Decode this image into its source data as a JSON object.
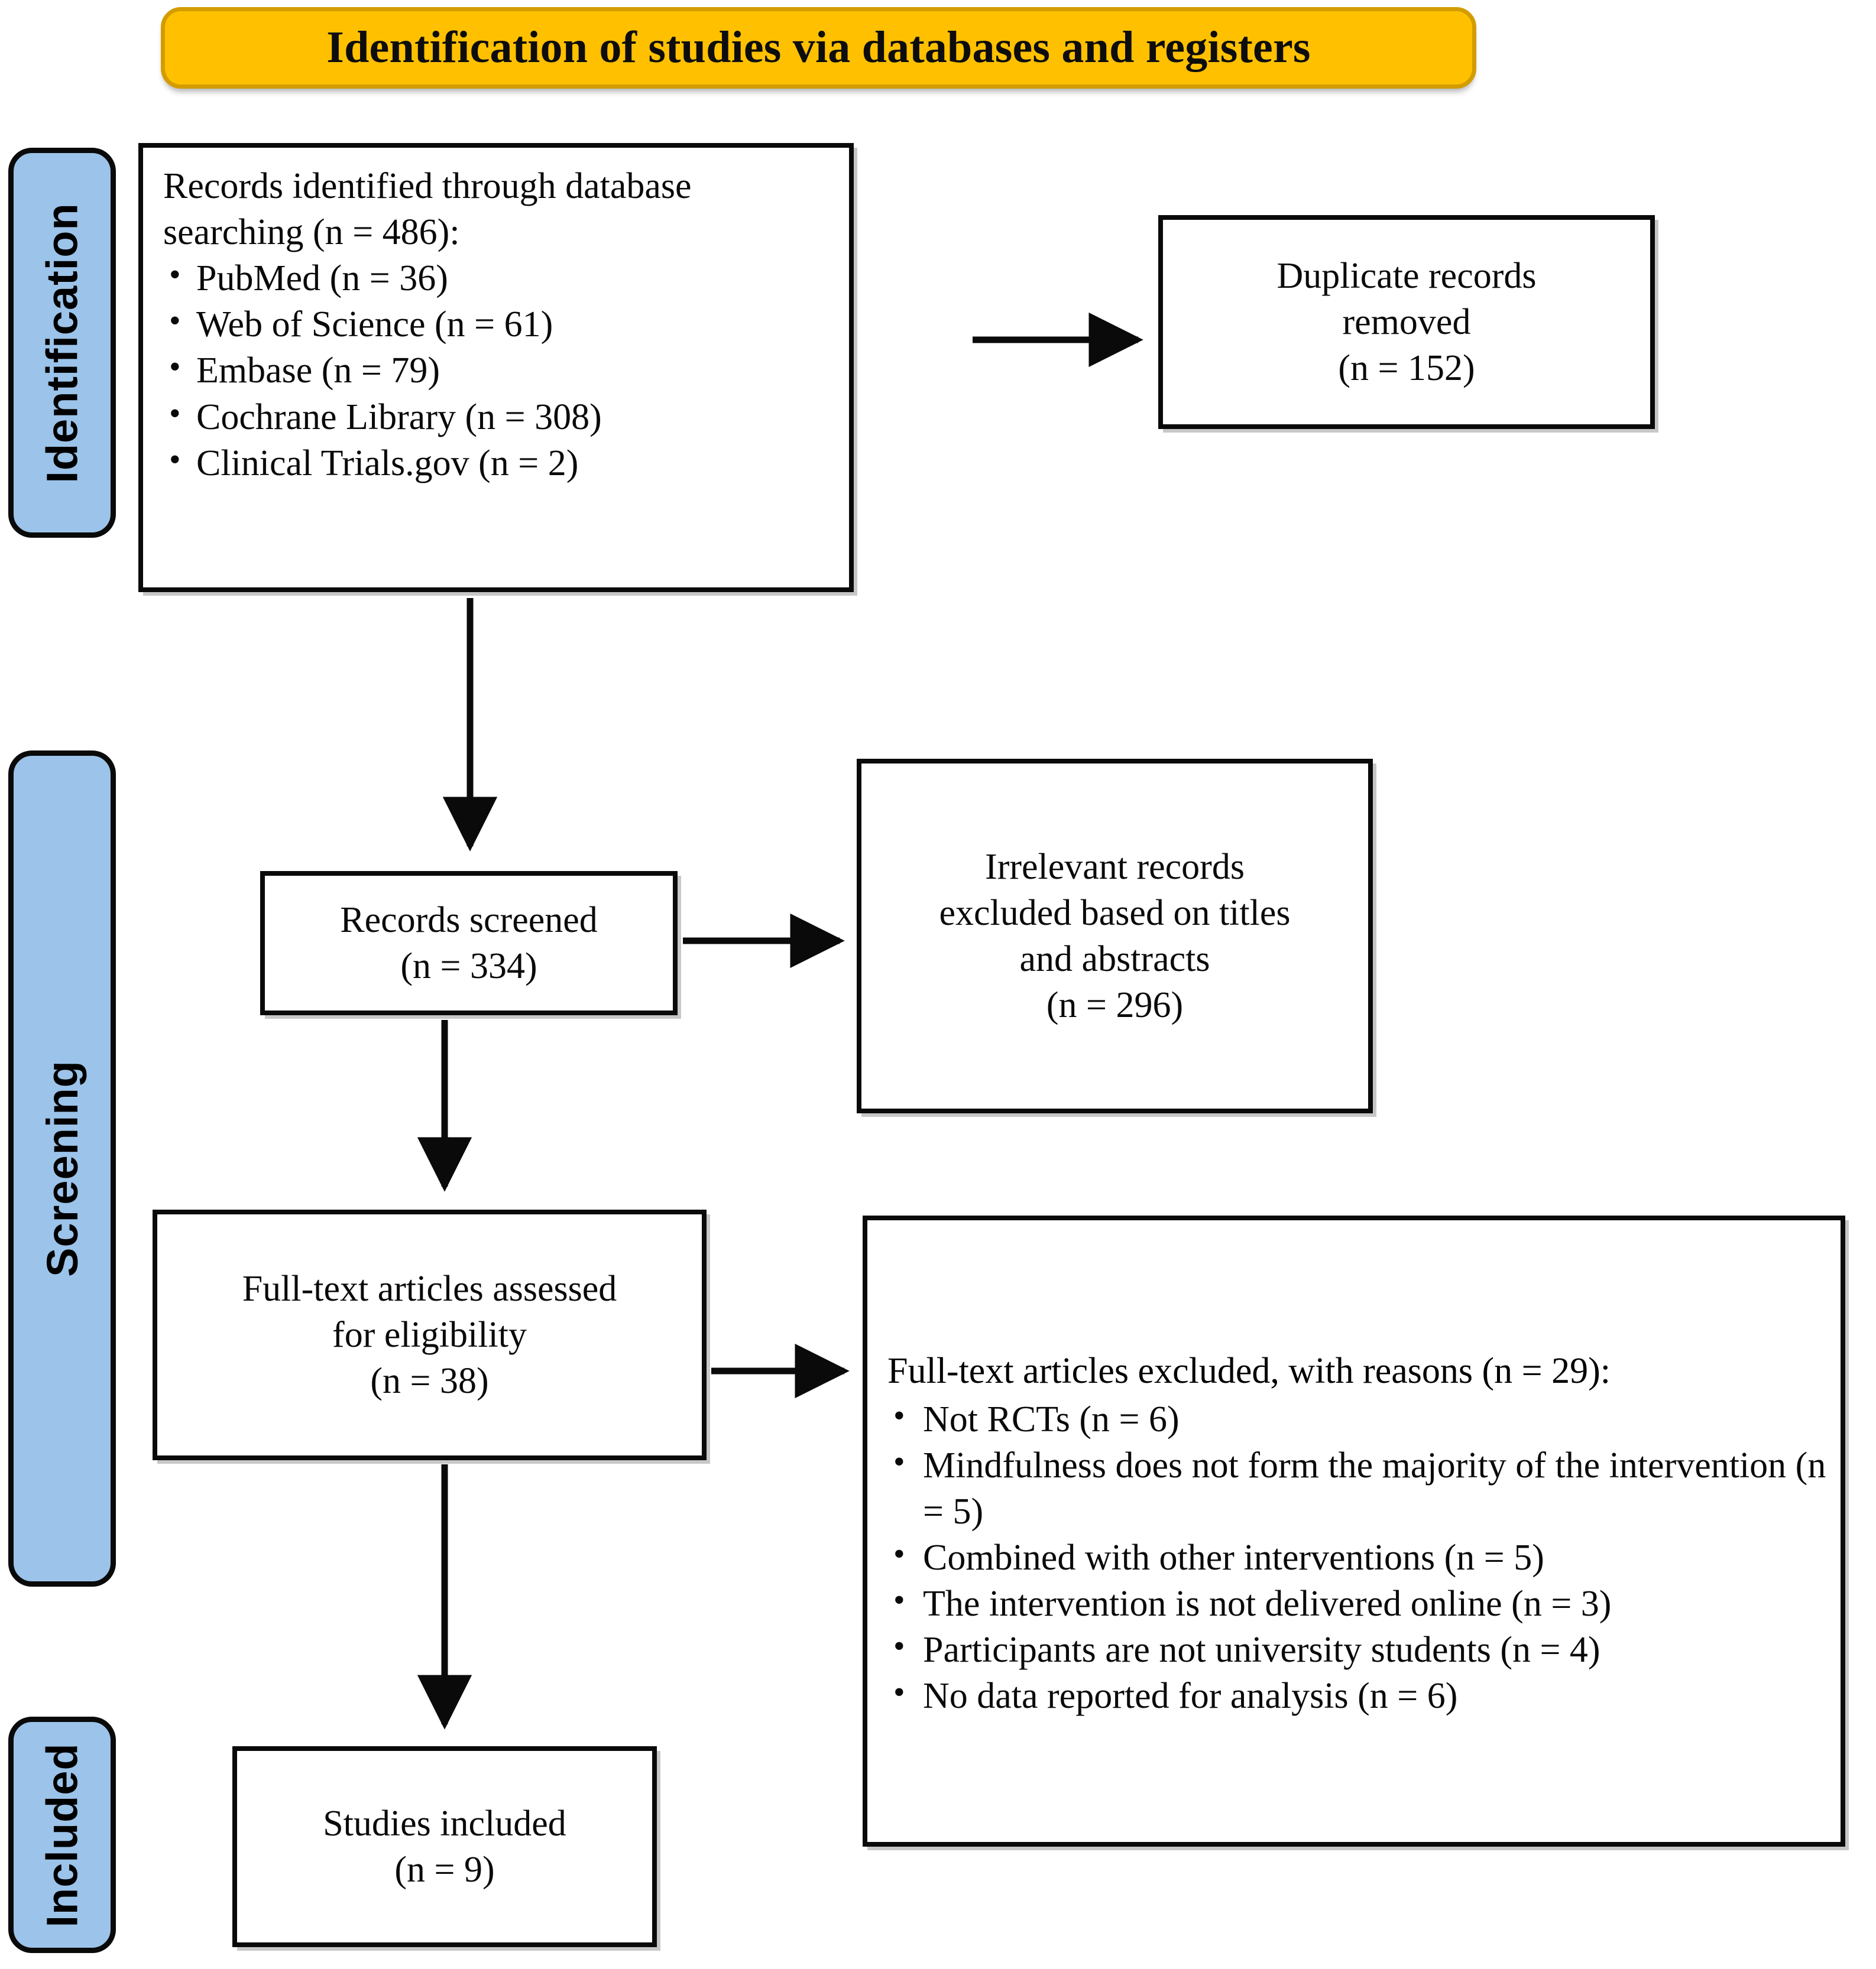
{
  "title": {
    "text": "Identification of studies via databases and registers",
    "background_color": "#FFC000",
    "border_color": "#D39C00"
  },
  "stages": {
    "accent_color": "#9CC3E9",
    "items": [
      {
        "id": "identification",
        "label": "Identification"
      },
      {
        "id": "screening",
        "label": "Screening"
      },
      {
        "id": "included",
        "label": "Included"
      }
    ]
  },
  "boxes": {
    "identified": {
      "heading_line1": "Records identified through database",
      "heading_line2": "searching (n = 486):",
      "sources": [
        "PubMed (n = 36)",
        "Web of Science (n = 61)",
        "Embase (n = 79)",
        "Cochrane Library (n = 308)",
        "Clinical Trials.gov (n = 2)"
      ]
    },
    "duplicates": {
      "line1": "Duplicate records",
      "line2": "removed",
      "line3": "(n = 152)"
    },
    "screened": {
      "line1": "Records screened",
      "line2": "(n = 334)"
    },
    "irrelevant": {
      "line1": "Irrelevant records",
      "line2": "excluded based on titles",
      "line3": "and abstracts",
      "line4": "(n = 296)"
    },
    "fulltext": {
      "line1": "Full-text articles assessed",
      "line2": "for eligibility",
      "line3": "(n = 38)"
    },
    "excluded": {
      "lead": "Full-text articles excluded, with reasons (n = 29):",
      "reasons": [
        "Not RCTs (n = 6)",
        "Mindfulness does not form the majority of the intervention (n = 5)",
        "Combined with other interventions (n = 5)",
        "The intervention is not delivered online (n = 3)",
        "Participants are not university students (n = 4)",
        "No data reported for analysis (n = 6)"
      ]
    },
    "included": {
      "line1": "Studies included",
      "line2": "(n = 9)"
    }
  },
  "chart_data": {
    "type": "diagram",
    "title": "Identification of studies via databases and registers",
    "diagram_kind": "PRISMA flow diagram",
    "stages": [
      "Identification",
      "Screening",
      "Included"
    ],
    "nodes": [
      {
        "id": "identified",
        "stage": "Identification",
        "label": "Records identified through database searching",
        "n": 486,
        "breakdown": [
          {
            "source": "PubMed",
            "n": 36
          },
          {
            "source": "Web of Science",
            "n": 61
          },
          {
            "source": "Embase",
            "n": 79
          },
          {
            "source": "Cochrane Library",
            "n": 308
          },
          {
            "source": "Clinical Trials.gov",
            "n": 2
          }
        ]
      },
      {
        "id": "duplicates",
        "stage": "Identification",
        "label": "Duplicate records removed",
        "n": 152
      },
      {
        "id": "screened",
        "stage": "Screening",
        "label": "Records screened",
        "n": 334
      },
      {
        "id": "irrelevant",
        "stage": "Screening",
        "label": "Irrelevant records excluded based on titles and abstracts",
        "n": 296
      },
      {
        "id": "fulltext",
        "stage": "Screening",
        "label": "Full-text articles assessed for eligibility",
        "n": 38
      },
      {
        "id": "excluded",
        "stage": "Screening",
        "label": "Full-text articles excluded, with reasons",
        "n": 29,
        "breakdown": [
          {
            "reason": "Not RCTs",
            "n": 6
          },
          {
            "reason": "Mindfulness does not form the majority of the intervention",
            "n": 5
          },
          {
            "reason": "Combined with other interventions",
            "n": 5
          },
          {
            "reason": "The intervention is not delivered online",
            "n": 3
          },
          {
            "reason": "Participants are not university students",
            "n": 4
          },
          {
            "reason": "No data reported for analysis",
            "n": 6
          }
        ]
      },
      {
        "id": "included",
        "stage": "Included",
        "label": "Studies included",
        "n": 9
      }
    ],
    "edges": [
      {
        "from": "identified",
        "to": "duplicates",
        "direction": "right"
      },
      {
        "from": "identified",
        "to": "screened",
        "direction": "down"
      },
      {
        "from": "screened",
        "to": "irrelevant",
        "direction": "right"
      },
      {
        "from": "screened",
        "to": "fulltext",
        "direction": "down"
      },
      {
        "from": "fulltext",
        "to": "excluded",
        "direction": "right"
      },
      {
        "from": "fulltext",
        "to": "included",
        "direction": "down"
      }
    ]
  }
}
